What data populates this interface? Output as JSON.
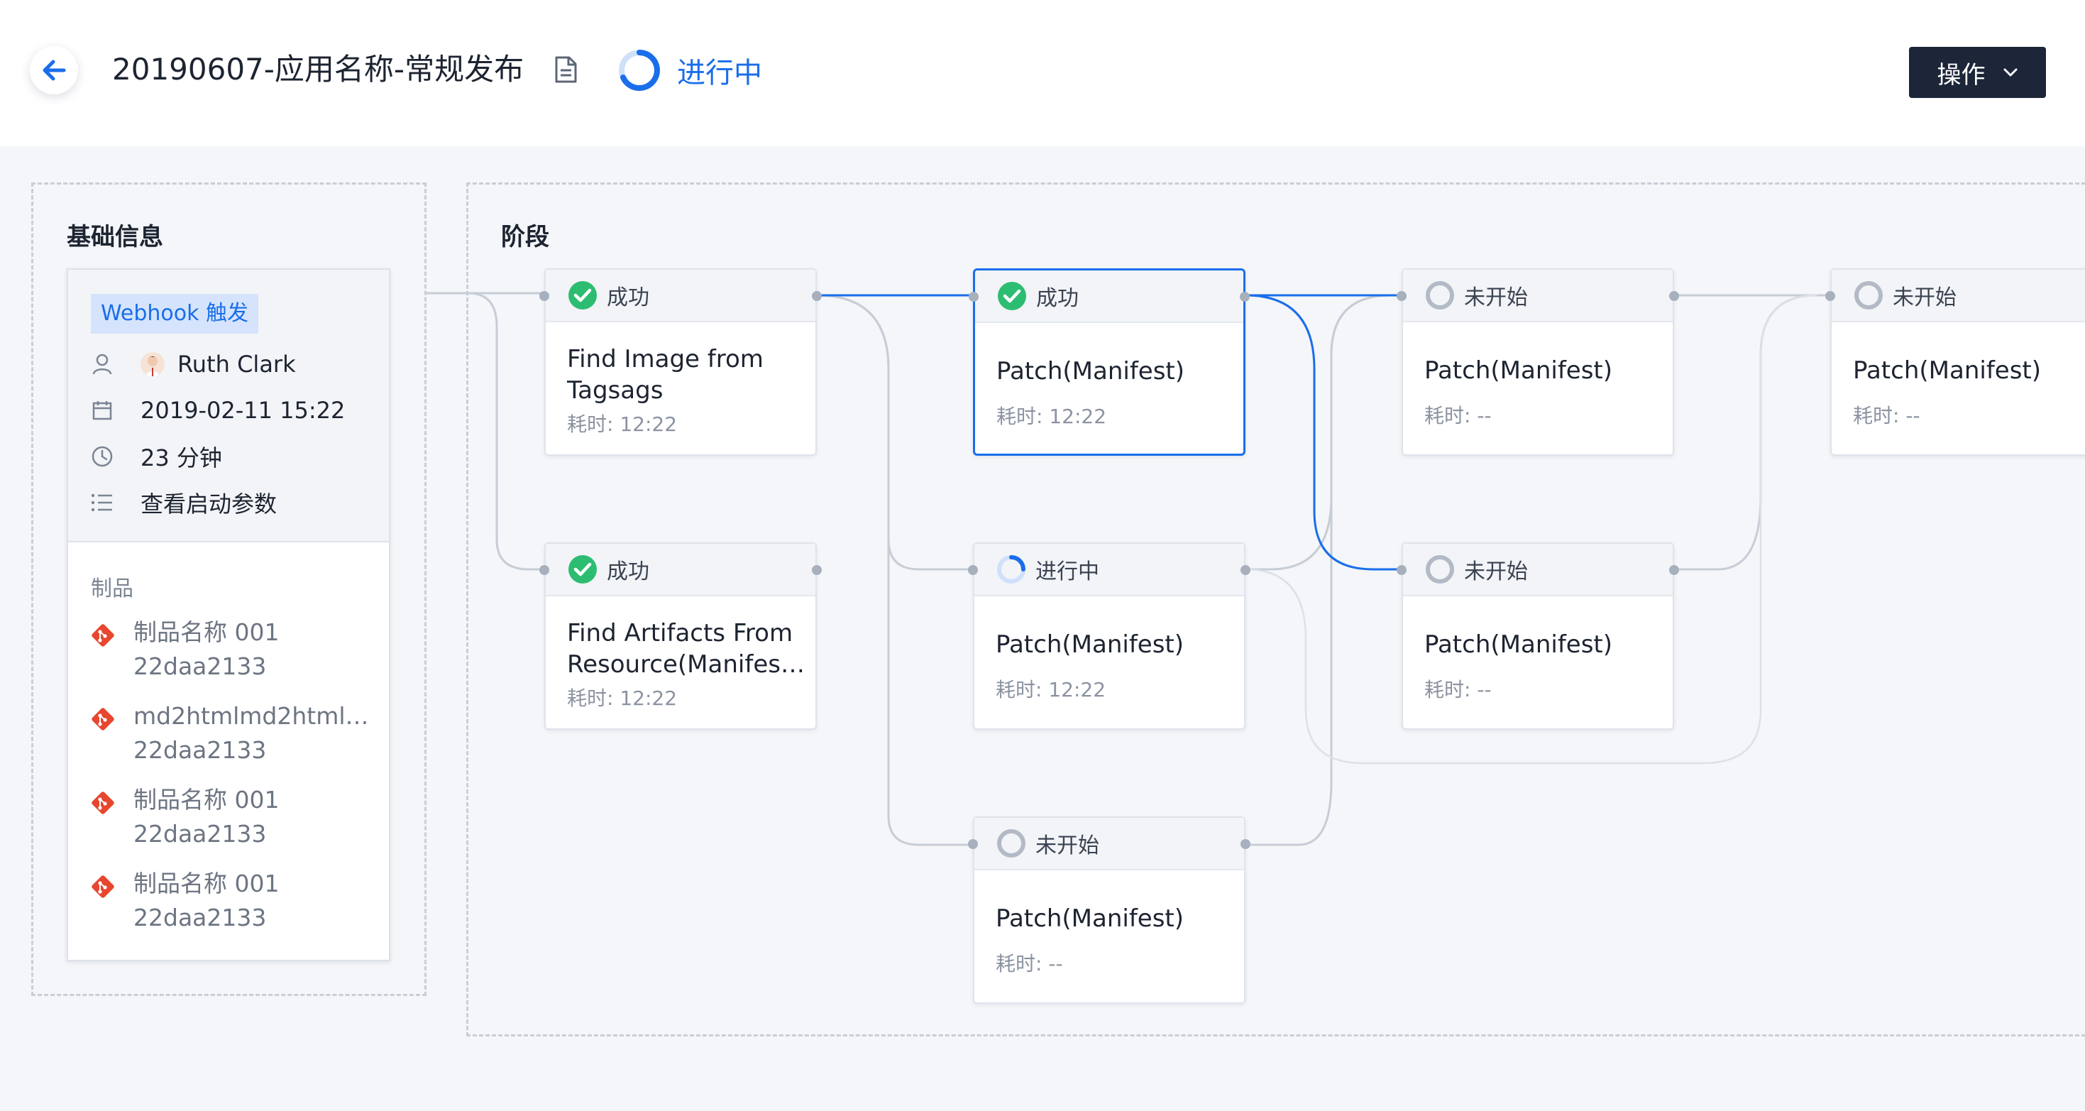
{
  "header": {
    "title": "20190607-应用名称-常规发布",
    "status": "进行中",
    "ops_label": "操作"
  },
  "colors": {
    "accent": "#1a6eea",
    "success": "#2dbd72",
    "dark_button": "#1c2638",
    "git_red": "#e8462e"
  },
  "basic_info": {
    "section_title": "基础信息",
    "trigger_tag": "Webhook 触发",
    "user": "Ruth Clark",
    "datetime": "2019-02-11 15:22",
    "duration": "23 分钟",
    "params_link": "查看启动参数",
    "products_title": "制品",
    "products": [
      {
        "name": "制品名称 001",
        "id": "22daa2133"
      },
      {
        "name": "md2htmlmd2html…",
        "id": "22daa2133"
      },
      {
        "name": "制品名称 001",
        "id": "22daa2133"
      },
      {
        "name": "制品名称 001",
        "id": "22daa2133"
      }
    ]
  },
  "stages": {
    "section_title": "阶段",
    "nodes": [
      {
        "status": "成功",
        "state": "success",
        "name": [
          "Find Image from",
          "Tagsags"
        ],
        "duration": "耗时: 12:22"
      },
      {
        "status": "成功",
        "state": "success",
        "name": [
          "Find Artifacts From",
          "Resource(Manifes…"
        ],
        "duration": "耗时: 12:22"
      },
      {
        "status": "成功",
        "state": "success",
        "name": [
          "Patch(Manifest)"
        ],
        "duration": "耗时: 12:22"
      },
      {
        "status": "进行中",
        "state": "running",
        "name": [
          "Patch(Manifest)"
        ],
        "duration": "耗时: 12:22"
      },
      {
        "status": "未开始",
        "state": "pending",
        "name": [
          "Patch(Manifest)"
        ],
        "duration": "耗时: --"
      },
      {
        "status": "未开始",
        "state": "pending",
        "name": [
          "Patch(Manifest)"
        ],
        "duration": "耗时: --"
      },
      {
        "status": "未开始",
        "state": "pending",
        "name": [
          "Patch(Manifest)"
        ],
        "duration": "耗时: --"
      },
      {
        "status": "未开始",
        "state": "pending",
        "name": [
          "Patch(Manifest)"
        ],
        "duration": "耗时: --"
      }
    ]
  }
}
